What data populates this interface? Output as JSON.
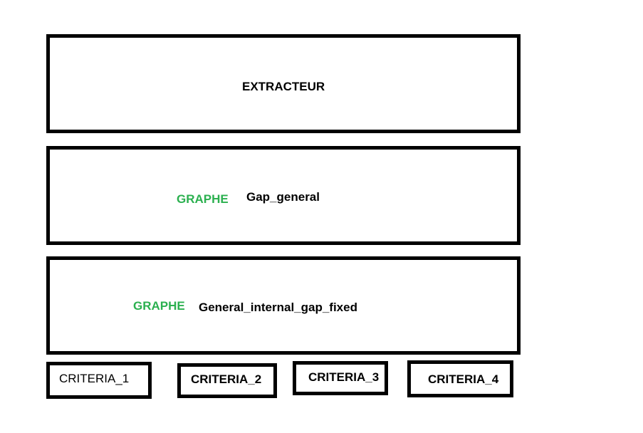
{
  "extractor": {
    "label": "EXTRACTEUR"
  },
  "graph_1": {
    "tag": "GRAPHE",
    "name": "Gap_general"
  },
  "graph_2": {
    "tag": "GRAPHE",
    "name": "General_internal_gap_fixed"
  },
  "criteria": [
    "CRITERIA_1",
    "CRITERIA_2",
    "CRITERIA_3",
    "CRITERIA_4"
  ],
  "colors": {
    "graph_tag": "#2bb04f",
    "border": "#000000"
  }
}
